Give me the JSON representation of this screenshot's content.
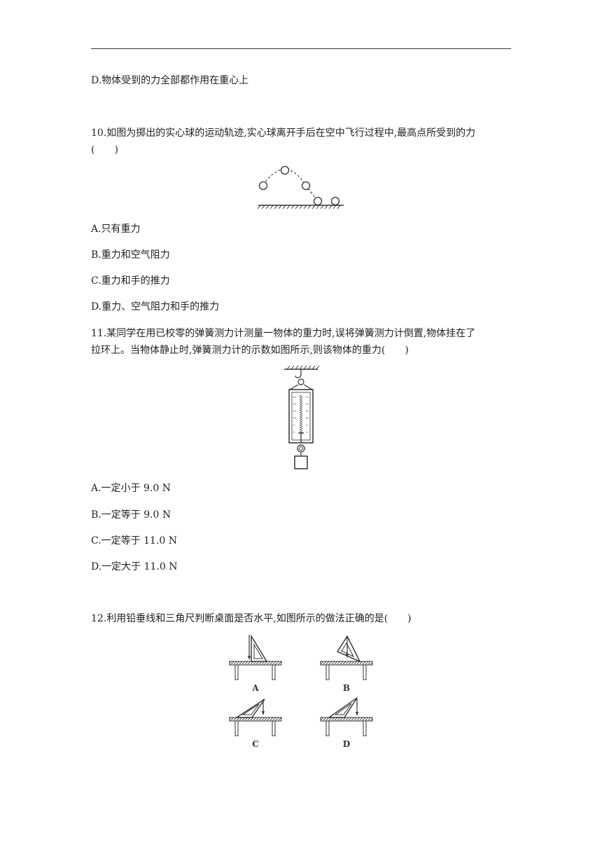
{
  "q9": {
    "option_d": "D.物体受到的力全部都作用在重心上"
  },
  "q10": {
    "stem_line1": "10.如图为掷出的实心球的运动轨迹,实心球离开手后在空中飞行过程中,最高点所受到的力",
    "stem_line2": "(　　)",
    "options": [
      "A.只有重力",
      "B.重力和空气阻力",
      "C.重力和手的推力",
      "D.重力、空气阻力和手的推力"
    ]
  },
  "q11": {
    "stem_line1": "11.某同学在用已校零的弹簧测力计测量一物体的重力时,误将弹簧测力计倒置,物体挂在了",
    "stem_line2": "拉环上。当物体静止时,弹簧测力计的示数如图所示,则该物体的重力(　　)",
    "options": [
      "A.一定小于 9.0 N",
      "B.一定等于 9.0 N",
      "C.一定等于 11.0 N",
      "D.一定大于 11.0 N"
    ]
  },
  "q12": {
    "stem": "12.利用铅垂线和三角尺判断桌面是否水平,如图所示的做法正确的是(　　)",
    "labels": [
      "A",
      "B",
      "C",
      "D"
    ]
  }
}
